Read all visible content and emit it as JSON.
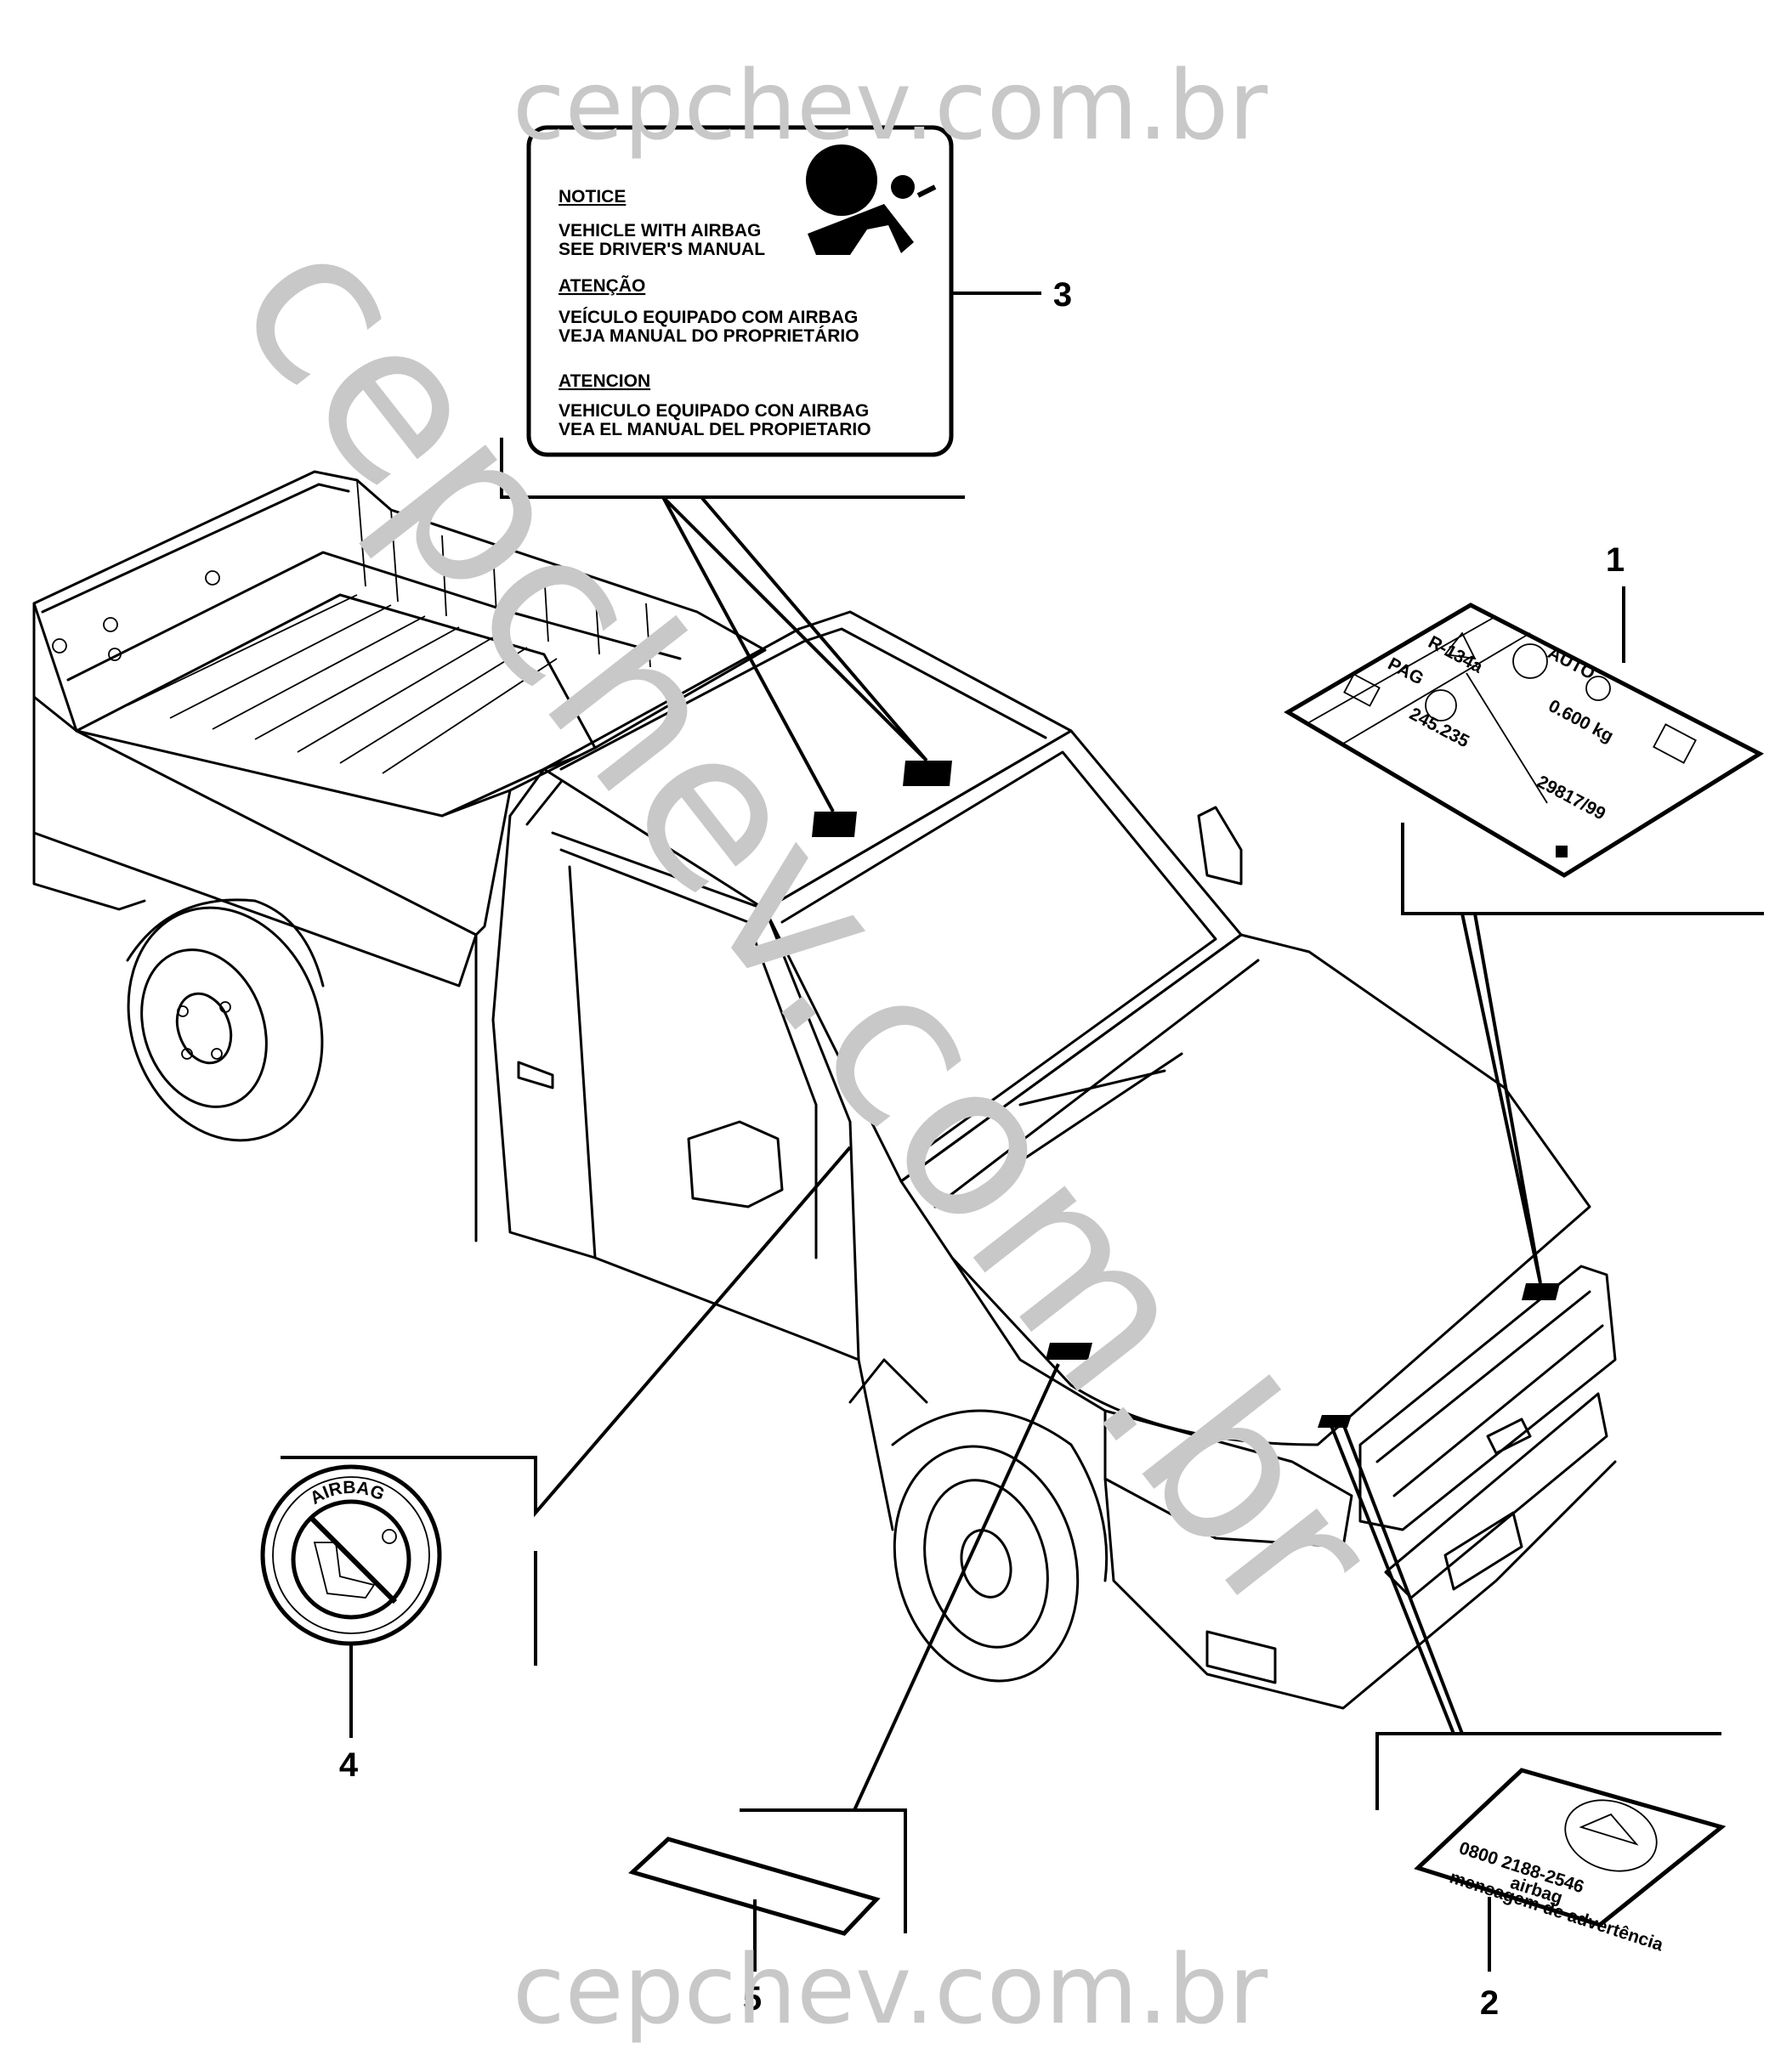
{
  "watermarks": {
    "top": "cepchev.com.br",
    "bottom": "cepchev.com.br",
    "diagonal": "cepchev.com.br"
  },
  "callouts": {
    "c1": "1",
    "c2": "2",
    "c3": "3",
    "c4": "4",
    "c5": "5"
  },
  "label3": {
    "notice_title": "NOTICE",
    "notice_line1": "VEHICLE WITH AIRBAG",
    "notice_line2": "SEE DRIVER'S MANUAL",
    "atencao_title": "ATENÇÃO",
    "atencao_line1": "VEÍCULO EQUIPADO COM AIRBAG",
    "atencao_line2": "VEJA MANUAL DO PROPRIETÁRIO",
    "atencion_title": "ATENCION",
    "atencion_line1": "VEHICULO EQUIPADO CON AIRBAG",
    "atencion_line2": "VEA EL MANUAL DEL PROPIETARIO",
    "icon": "airbag-person-icon"
  },
  "label1": {
    "refrigerant": "R-134a",
    "charge": "0.600 kg",
    "oil": "PAG",
    "auto": "AUTO",
    "code_left": "245.235",
    "code_right": "29817/99",
    "icons": [
      "warning-triangle-icon",
      "no-flame-icon",
      "fan-icon",
      "compressor-icon",
      "manual-book-icon",
      "engine-icon"
    ]
  },
  "label2": {
    "phone": "0800 2188-2546",
    "text_small1": "airbag",
    "text_small2": "mensagem de advertência",
    "icon": "chevrolet-seal-icon"
  },
  "label4": {
    "ring_text": "AIRBAG",
    "icon": "no-child-seat-icon"
  }
}
